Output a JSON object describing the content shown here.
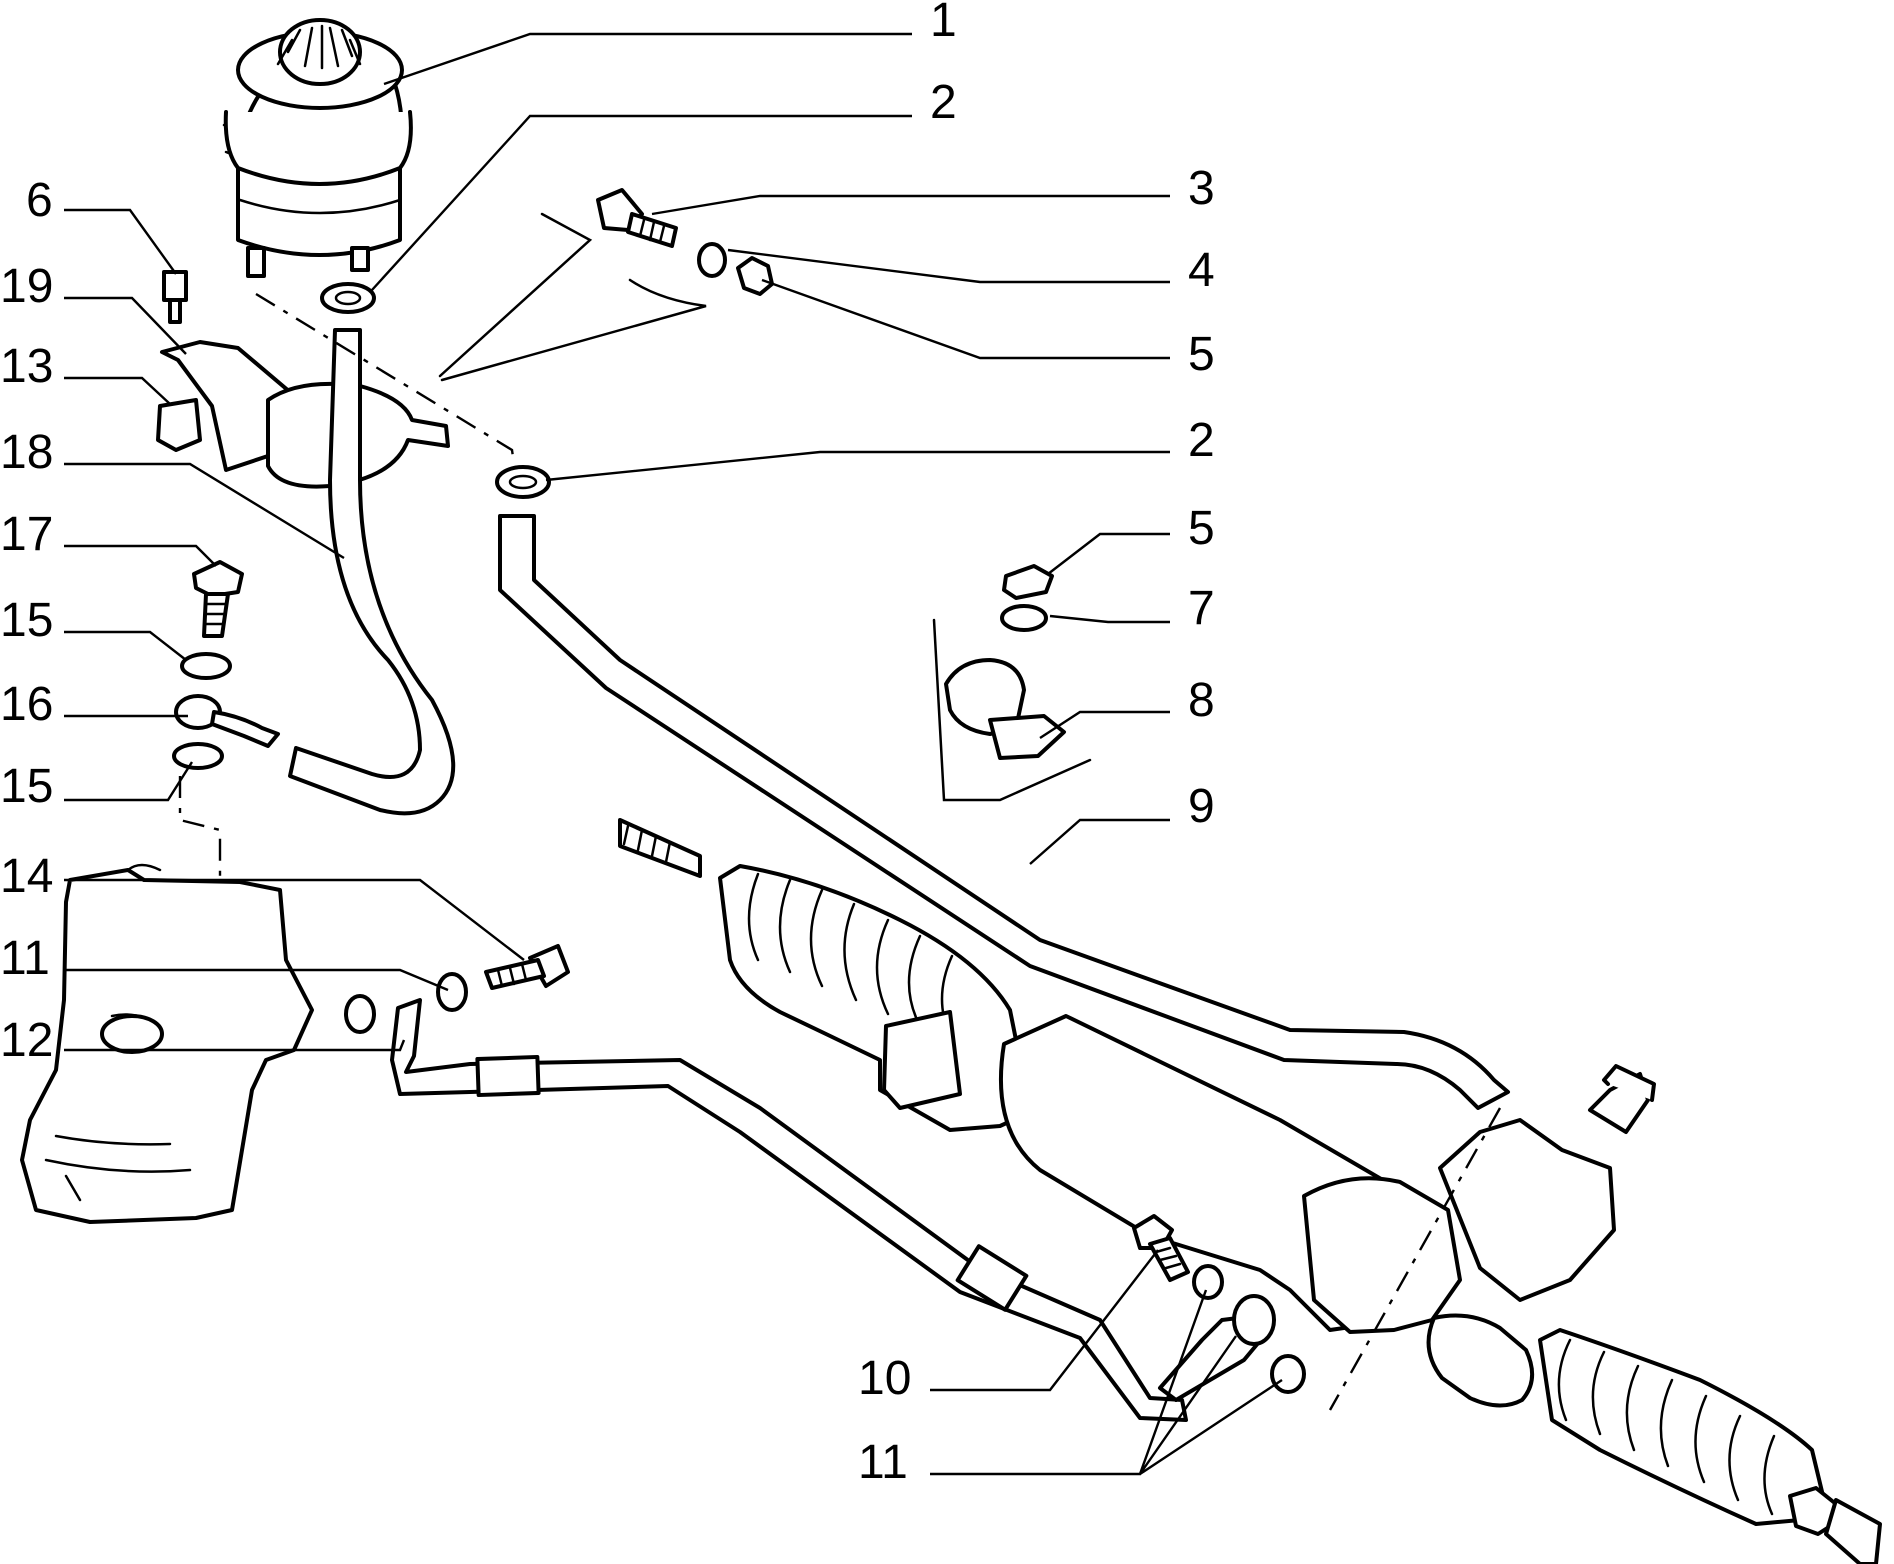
{
  "callouts": [
    {
      "id": "c1",
      "label": "1"
    },
    {
      "id": "c2a",
      "label": "2"
    },
    {
      "id": "c3",
      "label": "3"
    },
    {
      "id": "c4",
      "label": "4"
    },
    {
      "id": "c5a",
      "label": "5"
    },
    {
      "id": "c6",
      "label": "6"
    },
    {
      "id": "c19",
      "label": "19"
    },
    {
      "id": "c13",
      "label": "13"
    },
    {
      "id": "c18",
      "label": "18"
    },
    {
      "id": "c2b",
      "label": "2"
    },
    {
      "id": "c5b",
      "label": "5"
    },
    {
      "id": "c17",
      "label": "17"
    },
    {
      "id": "c7",
      "label": "7"
    },
    {
      "id": "c15a",
      "label": "15"
    },
    {
      "id": "c8",
      "label": "8"
    },
    {
      "id": "c16",
      "label": "16"
    },
    {
      "id": "c15b",
      "label": "15"
    },
    {
      "id": "c9",
      "label": "9"
    },
    {
      "id": "c14",
      "label": "14"
    },
    {
      "id": "c11a",
      "label": "11"
    },
    {
      "id": "c12",
      "label": "12"
    },
    {
      "id": "c10",
      "label": "10"
    },
    {
      "id": "c11b",
      "label": "11"
    }
  ]
}
